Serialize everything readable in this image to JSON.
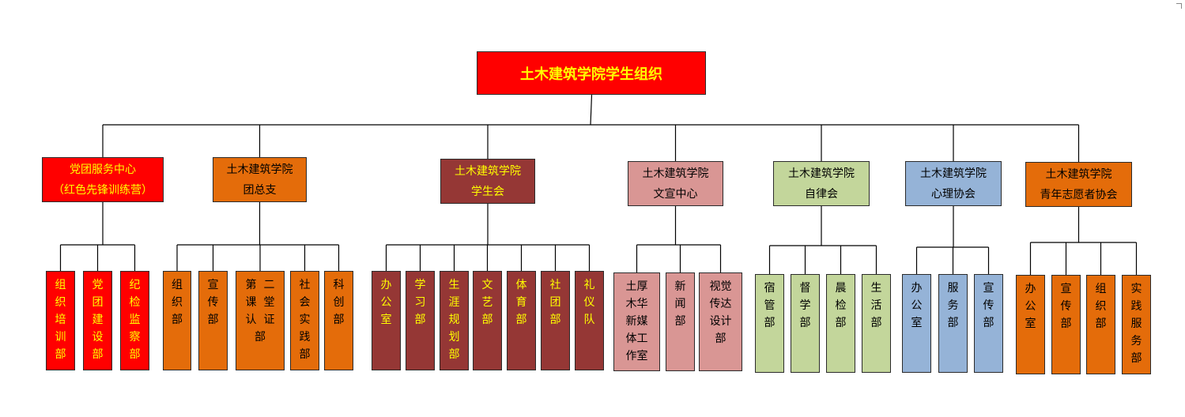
{
  "colors": {
    "red": "#ff0000",
    "orange": "#e46c0a",
    "maroon": "#953735",
    "pink": "#d99694",
    "green": "#c3d69b",
    "blue": "#95b3d7",
    "yellow_text": "#ffff00",
    "dark_text": "#000000",
    "line": "#000000"
  },
  "root": {
    "label": "土木建筑学院学生组织"
  },
  "departments": [
    {
      "id": "party",
      "lines": [
        "党团服务中心",
        "（红色先锋训练营）"
      ],
      "color": "red",
      "text": "yellow_text",
      "children": [
        {
          "lines": [
            "组",
            "织",
            "培",
            "训",
            "部"
          ]
        },
        {
          "lines": [
            "党",
            "团",
            "建",
            "设",
            "部"
          ]
        },
        {
          "lines": [
            "纪",
            "检",
            "监",
            "察",
            "部"
          ]
        }
      ]
    },
    {
      "id": "youth-league",
      "lines": [
        "土木建筑学院",
        "团总支"
      ],
      "color": "orange",
      "text": "dark_text",
      "children": [
        {
          "lines": [
            "组",
            "织",
            "部"
          ]
        },
        {
          "lines": [
            "宣",
            "传",
            "部"
          ]
        },
        {
          "lines": [
            "第  二",
            "课  堂",
            "认  证",
            "部"
          ]
        },
        {
          "lines": [
            "社",
            "会",
            "实",
            "践",
            "部"
          ]
        },
        {
          "lines": [
            "科",
            "创",
            "部"
          ]
        }
      ]
    },
    {
      "id": "student-union",
      "lines": [
        "土木建筑学院",
        "学生会"
      ],
      "color": "maroon",
      "text": "yellow_text",
      "children": [
        {
          "lines": [
            "办",
            "公",
            "室"
          ]
        },
        {
          "lines": [
            "学",
            "习",
            "部"
          ]
        },
        {
          "lines": [
            "生",
            "涯",
            "规",
            "划",
            "部"
          ]
        },
        {
          "lines": [
            "文",
            "艺",
            "部"
          ]
        },
        {
          "lines": [
            "体",
            "育",
            "部"
          ]
        },
        {
          "lines": [
            "社",
            "团",
            "部"
          ]
        },
        {
          "lines": [
            "礼",
            "仪",
            "队"
          ]
        }
      ]
    },
    {
      "id": "publicity",
      "lines": [
        "土木建筑学院",
        "文宣中心"
      ],
      "color": "pink",
      "text": "dark_text",
      "children": [
        {
          "lines": [
            "土厚",
            "木华",
            "新媒",
            "体工",
            "作室"
          ]
        },
        {
          "lines": [
            "新",
            "闻",
            "部"
          ]
        },
        {
          "lines": [
            "视觉",
            "传达",
            "设计",
            "部"
          ]
        }
      ]
    },
    {
      "id": "self-discipline",
      "lines": [
        "土木建筑学院",
        "自律会"
      ],
      "color": "green",
      "text": "dark_text",
      "children": [
        {
          "lines": [
            "宿",
            "管",
            "部"
          ]
        },
        {
          "lines": [
            "督",
            "学",
            "部"
          ]
        },
        {
          "lines": [
            "晨",
            "检",
            "部"
          ]
        },
        {
          "lines": [
            "生",
            "活",
            "部"
          ]
        }
      ]
    },
    {
      "id": "psychology",
      "lines": [
        "土木建筑学院",
        "心理协会"
      ],
      "color": "blue",
      "text": "dark_text",
      "children": [
        {
          "lines": [
            "办",
            "公",
            "室"
          ]
        },
        {
          "lines": [
            "服",
            "务",
            "部"
          ]
        },
        {
          "lines": [
            "宣",
            "传",
            "部"
          ]
        }
      ]
    },
    {
      "id": "volunteer",
      "lines": [
        "土木建筑学院",
        "青年志愿者协会"
      ],
      "color": "orange",
      "text": "dark_text",
      "children": [
        {
          "lines": [
            "办",
            "公",
            "室"
          ]
        },
        {
          "lines": [
            "宣",
            "传",
            "部"
          ]
        },
        {
          "lines": [
            "组",
            "织",
            "部"
          ]
        },
        {
          "lines": [
            "实",
            "践",
            "服",
            "务",
            "部"
          ]
        }
      ]
    }
  ]
}
